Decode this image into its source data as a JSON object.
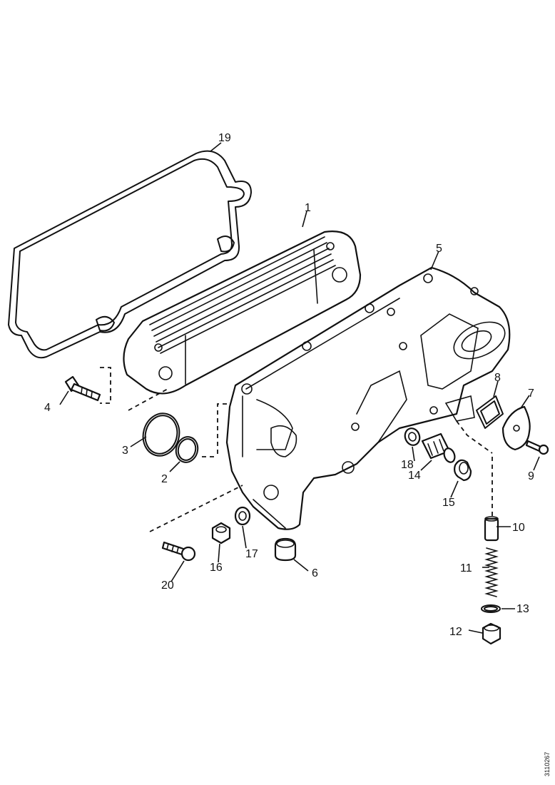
{
  "callouts": {
    "c1": "1",
    "c2": "2",
    "c3": "3",
    "c4": "4",
    "c5": "5",
    "c6": "6",
    "c7": "7",
    "c8": "8",
    "c9": "9",
    "c10": "10",
    "c11": "11",
    "c12": "12",
    "c13": "13",
    "c14": "14",
    "c15": "15",
    "c16": "16",
    "c17": "17",
    "c18": "18",
    "c19": "19",
    "c20": "20"
  },
  "reference_number": "3110267"
}
